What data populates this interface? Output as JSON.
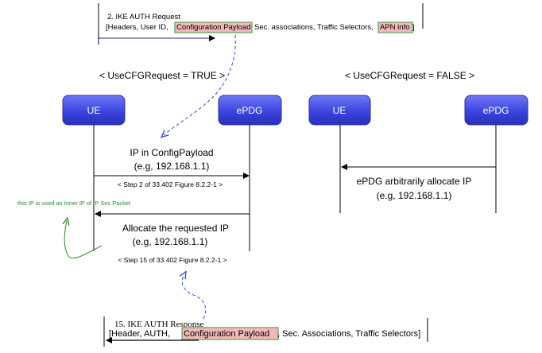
{
  "top_message": {
    "title": "2. IKE AUTH Request",
    "open_bracket": "[Headers, User ID,",
    "config_payload": "Configuration Payload",
    "middle": "Sec. associations, Traffic Selectors,",
    "apn_info": "APN info",
    "close_bracket": "]"
  },
  "left_scenario": {
    "heading": "< UseCFGRequest = TRUE >",
    "ue_label": "UE",
    "epdg_label": "ePDG",
    "msg1_line1": "IP in  ConfigPayload",
    "msg1_line2": "(e.g, 192.168.1.1)",
    "step2_label": "< Step 2 of 33.402 Figure 8.2.2-1 >",
    "inner_ip_note": "this IP is used as Inner IP of IP Sec Packet",
    "msg2_line1": "Allocate the requested IP",
    "msg2_line2": "(e.g, 192.168.1.1)",
    "step15_label": "< Step 15 of 33.402 Figure 8.2.2-1 >"
  },
  "right_scenario": {
    "heading": "< UseCFGRequest = FALSE >",
    "ue_label": "UE",
    "epdg_label": "ePDG",
    "msg_line1": "ePDG arbitrarily allocate IP",
    "msg_line2": "(e.g, 192.168.1.1)"
  },
  "bottom_message": {
    "title": "15. IKE  AUTH Response",
    "open_bracket": "[Header, AUTH,",
    "config_payload": "Configuration Payload",
    "rest": ", Sec. Associations, Traffic Selectors]"
  },
  "colors": {
    "node_fill": "#3b44e0",
    "highlight_fill": "#f4b8b8",
    "highlight_border": "#2f9e44",
    "dashed_arrow": "#3b44e0",
    "note_green": "#2a8a2a"
  }
}
